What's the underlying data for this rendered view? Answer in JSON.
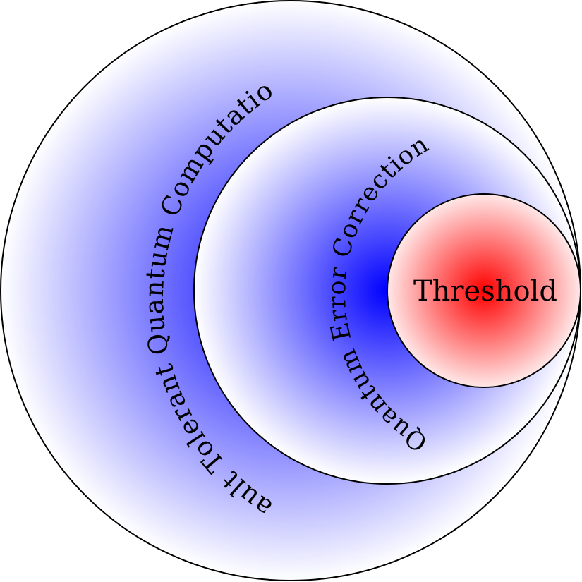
{
  "diagram": {
    "outer_label": "Fault Tolerant Quantum Computation",
    "middle_label": "Quantum Error Correction",
    "inner_label": "Threshold"
  },
  "colors": {
    "blue": "#0000ff",
    "red": "#ff0000",
    "white": "#ffffff",
    "stroke": "#000000"
  }
}
